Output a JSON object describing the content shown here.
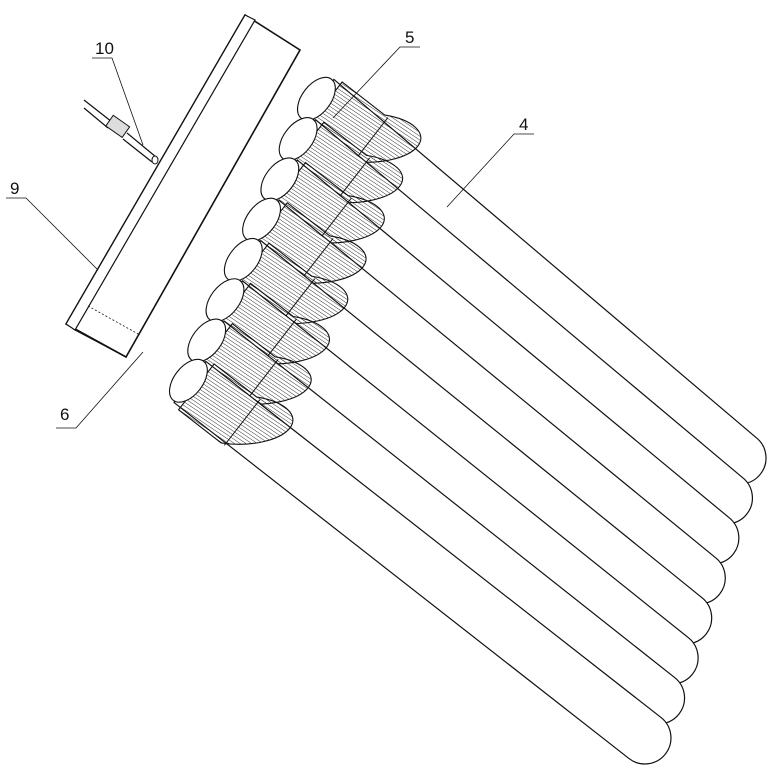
{
  "figure": {
    "labels": [
      {
        "id": "label-10",
        "text": "10"
      },
      {
        "id": "label-9",
        "text": "9"
      },
      {
        "id": "label-5",
        "text": "5"
      },
      {
        "id": "label-4",
        "text": "4"
      },
      {
        "id": "label-6",
        "text": "6"
      }
    ],
    "tube_count": 8
  }
}
